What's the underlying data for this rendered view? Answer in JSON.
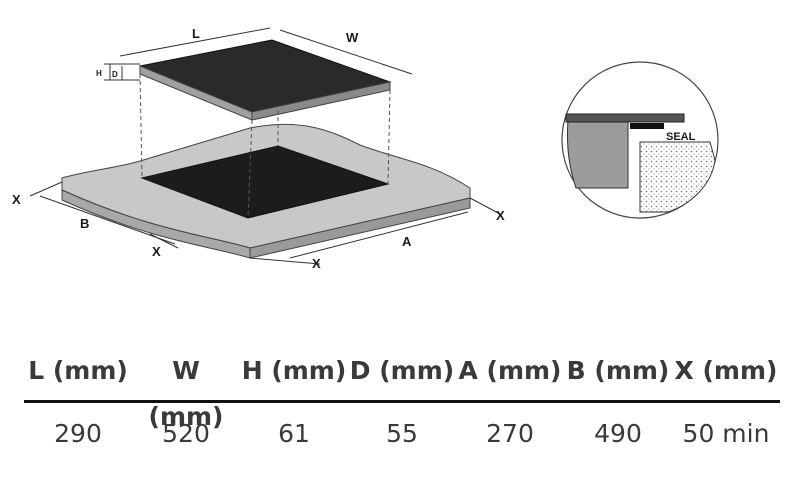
{
  "diagram": {
    "labels": {
      "L": "L",
      "W": "W",
      "H": "H",
      "D": "D",
      "A": "A",
      "B": "B",
      "X": "X",
      "seal": "SEAL"
    }
  },
  "table": {
    "headers": [
      "L (mm)",
      "W (mm)",
      "H (mm)",
      "D (mm)",
      "A (mm)",
      "B (mm)",
      "X (mm)"
    ],
    "values": [
      "290",
      "520",
      "61",
      "55",
      "270",
      "490",
      "50 min"
    ]
  }
}
